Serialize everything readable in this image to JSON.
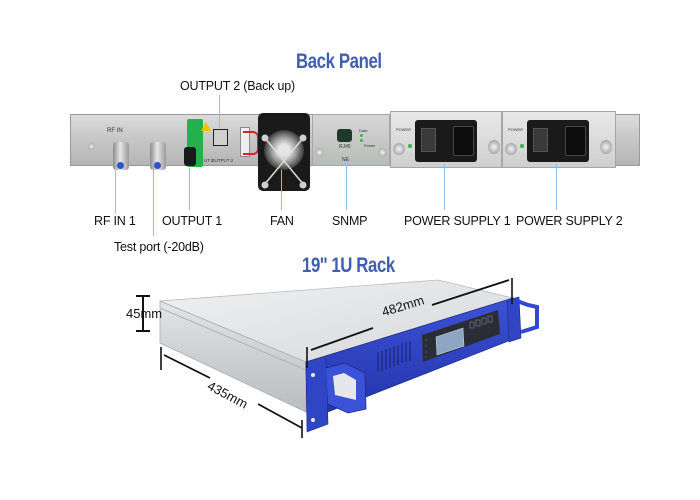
{
  "titles": {
    "back_panel": "Back Panel",
    "rack": "19'' 1U Rack"
  },
  "back_panel": {
    "callouts": [
      {
        "id": "output2",
        "label": "OUTPUT 2 (Back up)"
      },
      {
        "id": "rf_in_1",
        "label": "RF IN 1"
      },
      {
        "id": "test_port",
        "label": "Test port (-20dB)"
      },
      {
        "id": "output1",
        "label": "OUTPUT 1"
      },
      {
        "id": "fan",
        "label": "FAN"
      },
      {
        "id": "snmp",
        "label": "SNMP"
      },
      {
        "id": "psu1",
        "label": "POWER SUPPLY 1"
      },
      {
        "id": "psu2",
        "label": "POWER SUPPLY 2"
      }
    ],
    "panel_markings": {
      "rf_in": "RF  IN",
      "output_1": "UT 1",
      "output_2": "OUTPUT 2",
      "rj45": "RJ45",
      "ne": "NE",
      "data_led": "Data",
      "power_led": "Power",
      "psu_power": "POWER"
    }
  },
  "rack": {
    "dimensions": {
      "height": "45mm",
      "width": "482mm",
      "depth": "435mm"
    }
  },
  "colors": {
    "title_blue": "#3f5fae",
    "leader_blue": "#8cc0ea",
    "front_panel_blue": "#2f45c4",
    "chassis_silver": "#d9dcde"
  }
}
